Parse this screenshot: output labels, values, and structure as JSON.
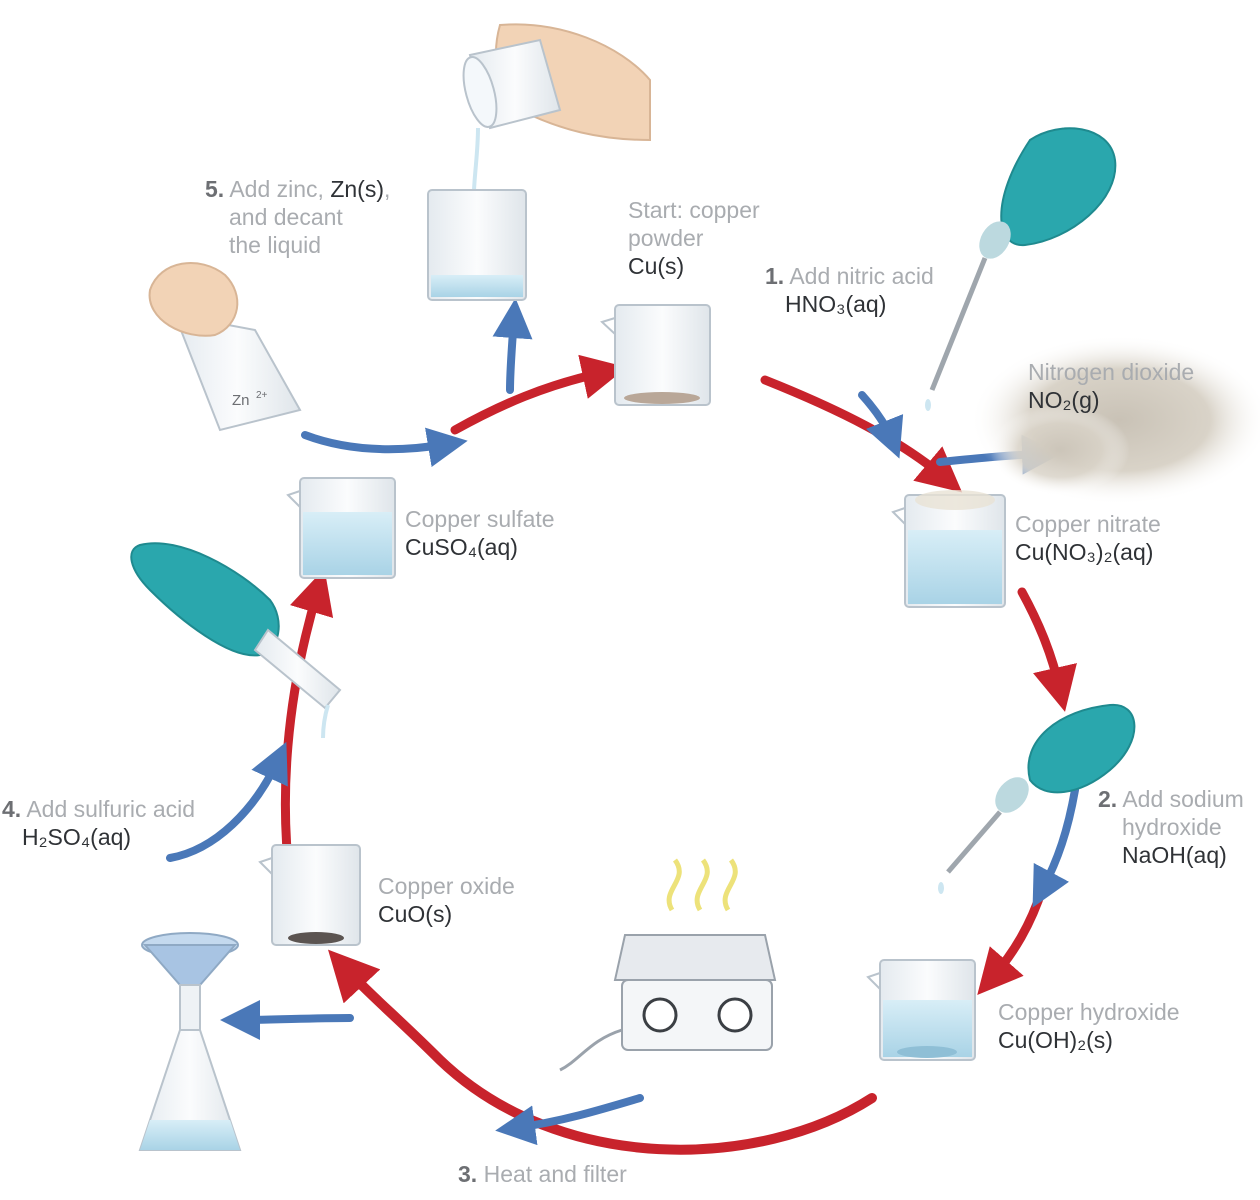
{
  "labels": {
    "start": {
      "line1": "Start: copper",
      "line2": "powder",
      "formula": "Cu(s)"
    },
    "step1": {
      "num": "1.",
      "text": "Add nitric acid",
      "formula": "HNO₃(aq)"
    },
    "gas": {
      "text": "Nitrogen dioxide",
      "formula": "NO₂(g)"
    },
    "nitrate": {
      "name": "Copper nitrate",
      "formula": "Cu(NO₃)₂(aq)"
    },
    "step2": {
      "num": "2.",
      "line1": "Add sodium",
      "line2": "hydroxide",
      "formula": "NaOH(aq)"
    },
    "hydroxide": {
      "name": "Copper hydroxide",
      "formula": "Cu(OH)₂(s)"
    },
    "step3": {
      "num": "3.",
      "text": "Heat and filter"
    },
    "oxide": {
      "name": "Copper oxide",
      "formula": "CuO(s)"
    },
    "step4": {
      "num": "4.",
      "text": "Add sulfuric acid",
      "formula": "H₂SO₄(aq)"
    },
    "sulfate": {
      "name": "Copper sulfate",
      "formula": "CuSO₄(aq)"
    },
    "step5": {
      "num": "5.",
      "line1": "Add zinc, ",
      "formula_inline": "Zn(s)",
      "comma": ",",
      "line2": "and decant",
      "line3": "the liquid"
    },
    "zn_ion": "Zn"
  },
  "colors": {
    "red_arrow": "#c8232c",
    "blue_arrow": "#4a78b8",
    "glove": "#2aa7ad",
    "liquid": "#bfe1ef",
    "glass": "#dfe6ec"
  }
}
